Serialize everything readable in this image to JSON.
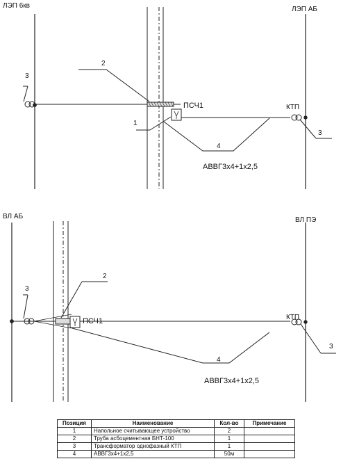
{
  "top": {
    "line_left": "ЛЭП 6кв",
    "line_right": "ЛЭП АБ",
    "psch": "ПСЧ1",
    "ktp": "КТП",
    "cable": "АВВГ3х4+1х2,5",
    "callouts": {
      "n1": "1",
      "n2": "2",
      "n3_left": "3",
      "n3_right": "3",
      "n4": "4"
    }
  },
  "bottom": {
    "line_left": "ВЛ АБ",
    "line_right": "ВЛ ПЭ",
    "psch": "ПСЧ1",
    "ktp": "КТП",
    "cable": "АВВГ3х4+1х2,5",
    "callouts": {
      "n2": "2",
      "n3_left": "3",
      "n3_right": "3",
      "n4": "4"
    }
  },
  "table": {
    "headers": [
      "Позиция",
      "Наименование",
      "Кол-во",
      "Примечание"
    ],
    "rows": [
      [
        "1",
        "Напольное считывающее устройство",
        "2",
        ""
      ],
      [
        "2",
        "Труба асбоцементная БНТ-100",
        "1",
        ""
      ],
      [
        "3",
        "Трансформатор однофазный   КТП",
        "1",
        ""
      ],
      [
        "4",
        "АВВГ3х4+1х2,5",
        "50м",
        ""
      ]
    ]
  }
}
